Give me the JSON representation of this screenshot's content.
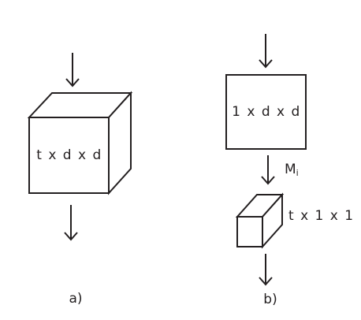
{
  "colors": {
    "stroke": "#231f20",
    "background": "#ffffff"
  },
  "panel_a": {
    "cube_label": "t x d x d",
    "caption": "a)"
  },
  "panel_b": {
    "square_label": "1 x d x d",
    "op_label": "M",
    "op_subscript": "i",
    "bar_label": "t x 1 x 1",
    "caption": "b)"
  }
}
